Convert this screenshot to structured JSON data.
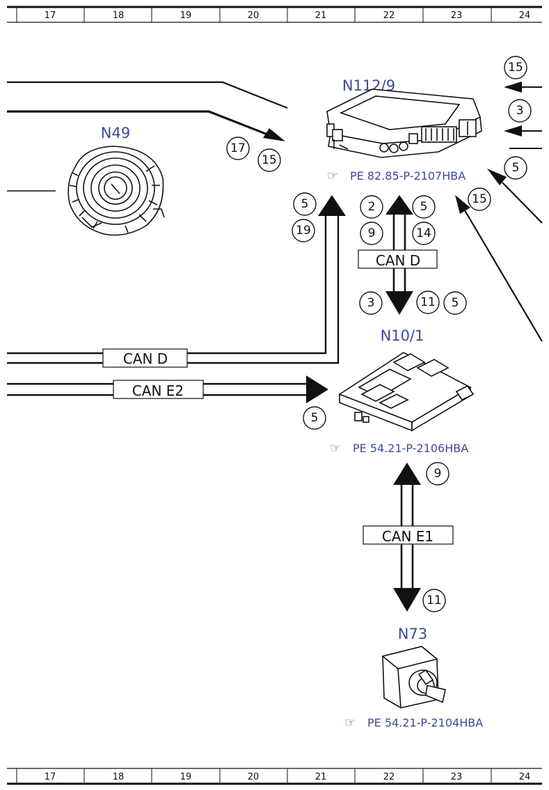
{
  "grid_labels": [
    "17",
    "18",
    "19",
    "20",
    "21",
    "22",
    "23",
    "24"
  ],
  "components": {
    "n112": {
      "label": "N112/9",
      "ref": "PE 82.85-P-2107HBA"
    },
    "n49": {
      "label": "N49"
    },
    "n10": {
      "label": "N10/1",
      "ref": "PE 54.21-P-2106HBA"
    },
    "n73": {
      "label": "N73",
      "ref": "PE 54.21-P-2104HBA"
    }
  },
  "buses": {
    "can_d_upper": "CAN D",
    "can_d_left": "CAN D",
    "can_e2": "CAN E2",
    "can_e1": "CAN E1"
  },
  "signals": {
    "s17": "17",
    "s15a": "15",
    "s15b": "15",
    "s3a": "3",
    "s5a": "5",
    "s5b": "5",
    "s19": "19",
    "s2": "2",
    "s5c": "5",
    "s9a": "9",
    "s14": "14",
    "s15c": "15",
    "s3b": "3",
    "s11a": "11",
    "s5d": "5",
    "s5e": "5",
    "s9b": "9",
    "s11b": "11"
  },
  "icons": {
    "ref": "pointing-hand-icon"
  },
  "colors": {
    "label": "#3a4a9c",
    "line": "#111111"
  }
}
